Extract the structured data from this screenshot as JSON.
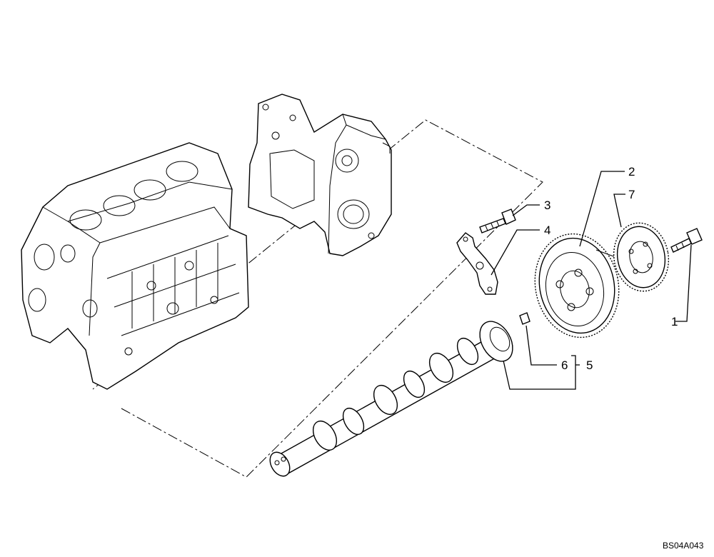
{
  "callouts": [
    {
      "id": "1",
      "label": "1"
    },
    {
      "id": "2",
      "label": "2"
    },
    {
      "id": "3",
      "label": "3"
    },
    {
      "id": "4",
      "label": "4"
    },
    {
      "id": "5",
      "label": "5"
    },
    {
      "id": "6",
      "label": "6"
    },
    {
      "id": "7",
      "label": "7"
    }
  ],
  "reference_code": "BS04A043"
}
